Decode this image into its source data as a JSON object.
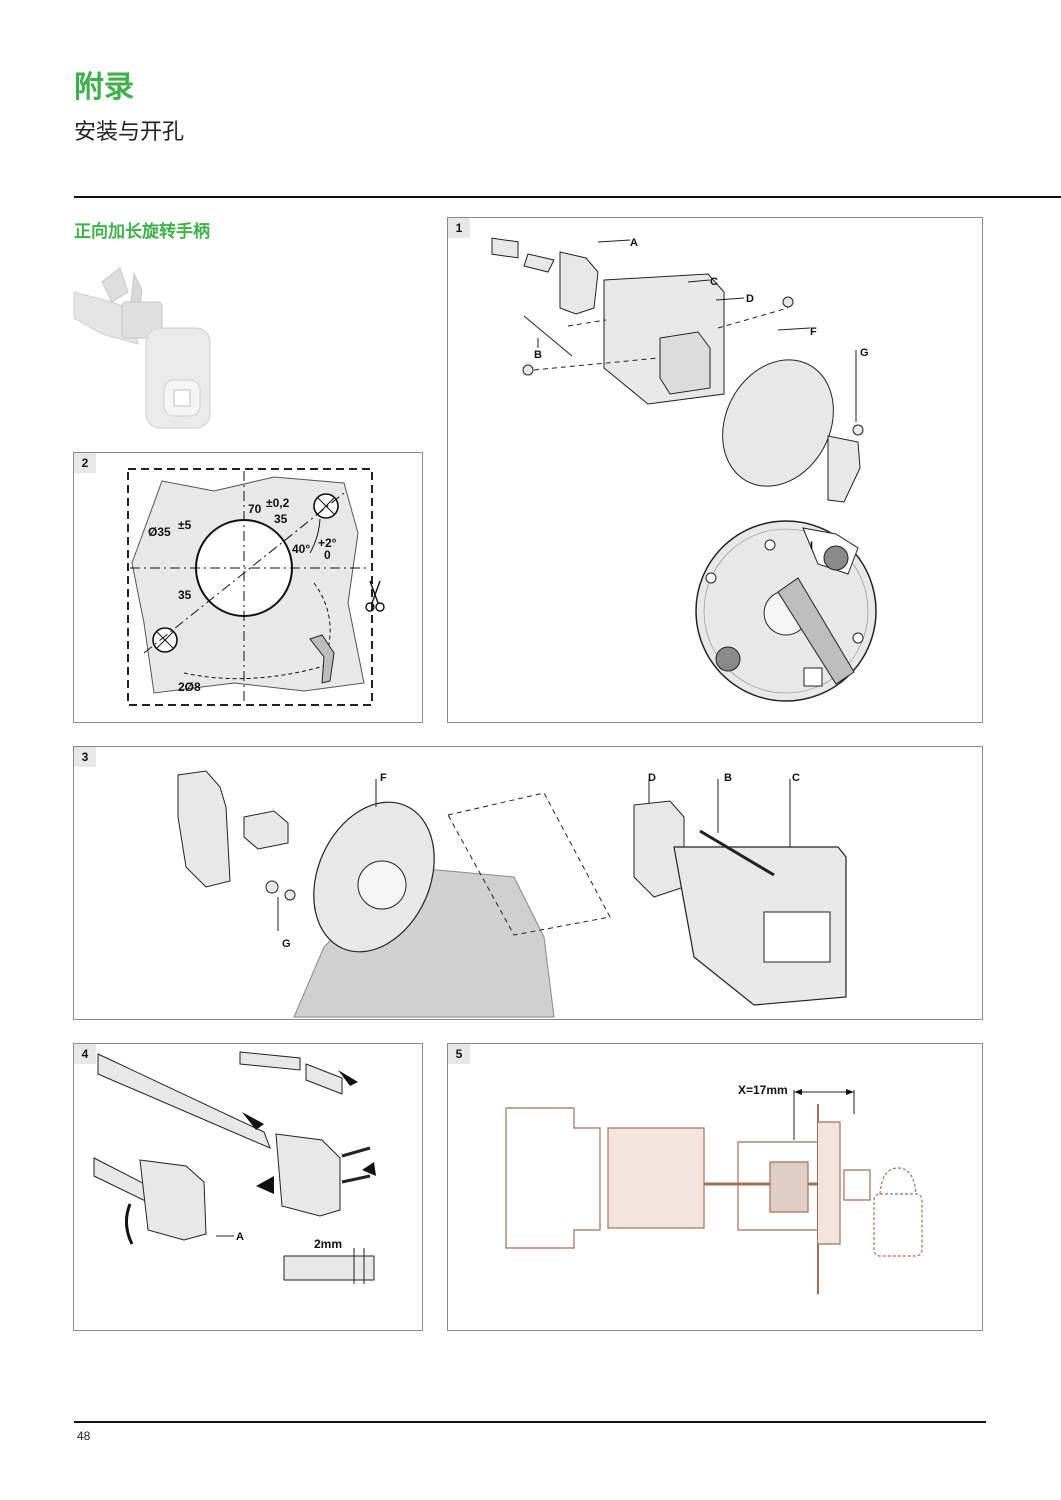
{
  "header": {
    "title": "附录",
    "subtitle": "安装与开孔"
  },
  "section": {
    "title": "正向加长旋转手柄"
  },
  "panels": {
    "p1": {
      "number": "1",
      "labels": {
        "a": "A",
        "b": "B",
        "c": "C",
        "d": "D",
        "f": "F",
        "g": "G"
      },
      "symbol_on": "I"
    },
    "p2": {
      "number": "2",
      "dims": {
        "hole_dia": "Ø35",
        "hole_tol": "±5",
        "dist": "70",
        "dist_tol": "±0,2",
        "half1": "35",
        "half2": "35",
        "angle": "40°",
        "angle_tol_top": "+2°",
        "angle_tol_bottom": "0",
        "pilot": "2Ø8"
      }
    },
    "p3": {
      "number": "3",
      "labels": {
        "f": "F",
        "d": "D",
        "b": "B",
        "c": "C",
        "g": "G"
      }
    },
    "p4": {
      "number": "4",
      "labels": {
        "a": "A"
      },
      "dim": "2mm"
    },
    "p5": {
      "number": "5",
      "dim": "X=17mm"
    }
  },
  "colors": {
    "accent": "#3db04a",
    "diagram_line": "#222222",
    "diagram_fill": "#e8e8e8",
    "schematic": "#a0715a"
  },
  "footer": {
    "page_number": "48"
  }
}
